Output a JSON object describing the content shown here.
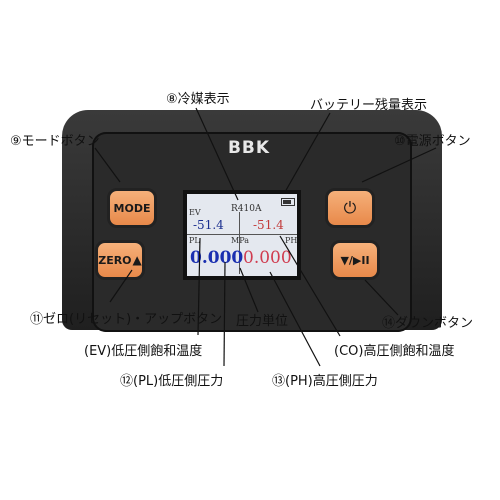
{
  "device": {
    "brand": "BBK",
    "buttons": {
      "mode_label": "MODE",
      "zero_label": "ZERO",
      "power_symbol": "⏻",
      "down_play_symbol": "▼/▶II"
    },
    "lcd": {
      "refrigerant": "R410A",
      "low_label": "EV",
      "low_sat_temp": "-51.4",
      "high_sat_temp": "-51.4",
      "pressure_unit": "MPa",
      "low_pressure": "0.000",
      "high_pressure": "0.000",
      "pl_label": "PL",
      "ph_label": "PH"
    }
  },
  "callouts": {
    "refrigerant_display": "⑧冷媒表示",
    "battery_display": "バッテリー残量表示",
    "mode_button": "⑨モードボタン",
    "power_button": "⑩電源ボタン",
    "zero_up_button": "⑪ゼロ(リセット)・アップボタン",
    "pressure_unit": "圧力単位",
    "down_button": "⑭ダウンボタン",
    "ev_low_sat_temp": "(EV)低圧側飽和温度",
    "co_high_sat_temp": "(CO)高圧側飽和温度",
    "pl_low_pressure": "⑫(PL)低圧側圧力",
    "ph_high_pressure": "⑬(PH)高圧側圧力"
  }
}
